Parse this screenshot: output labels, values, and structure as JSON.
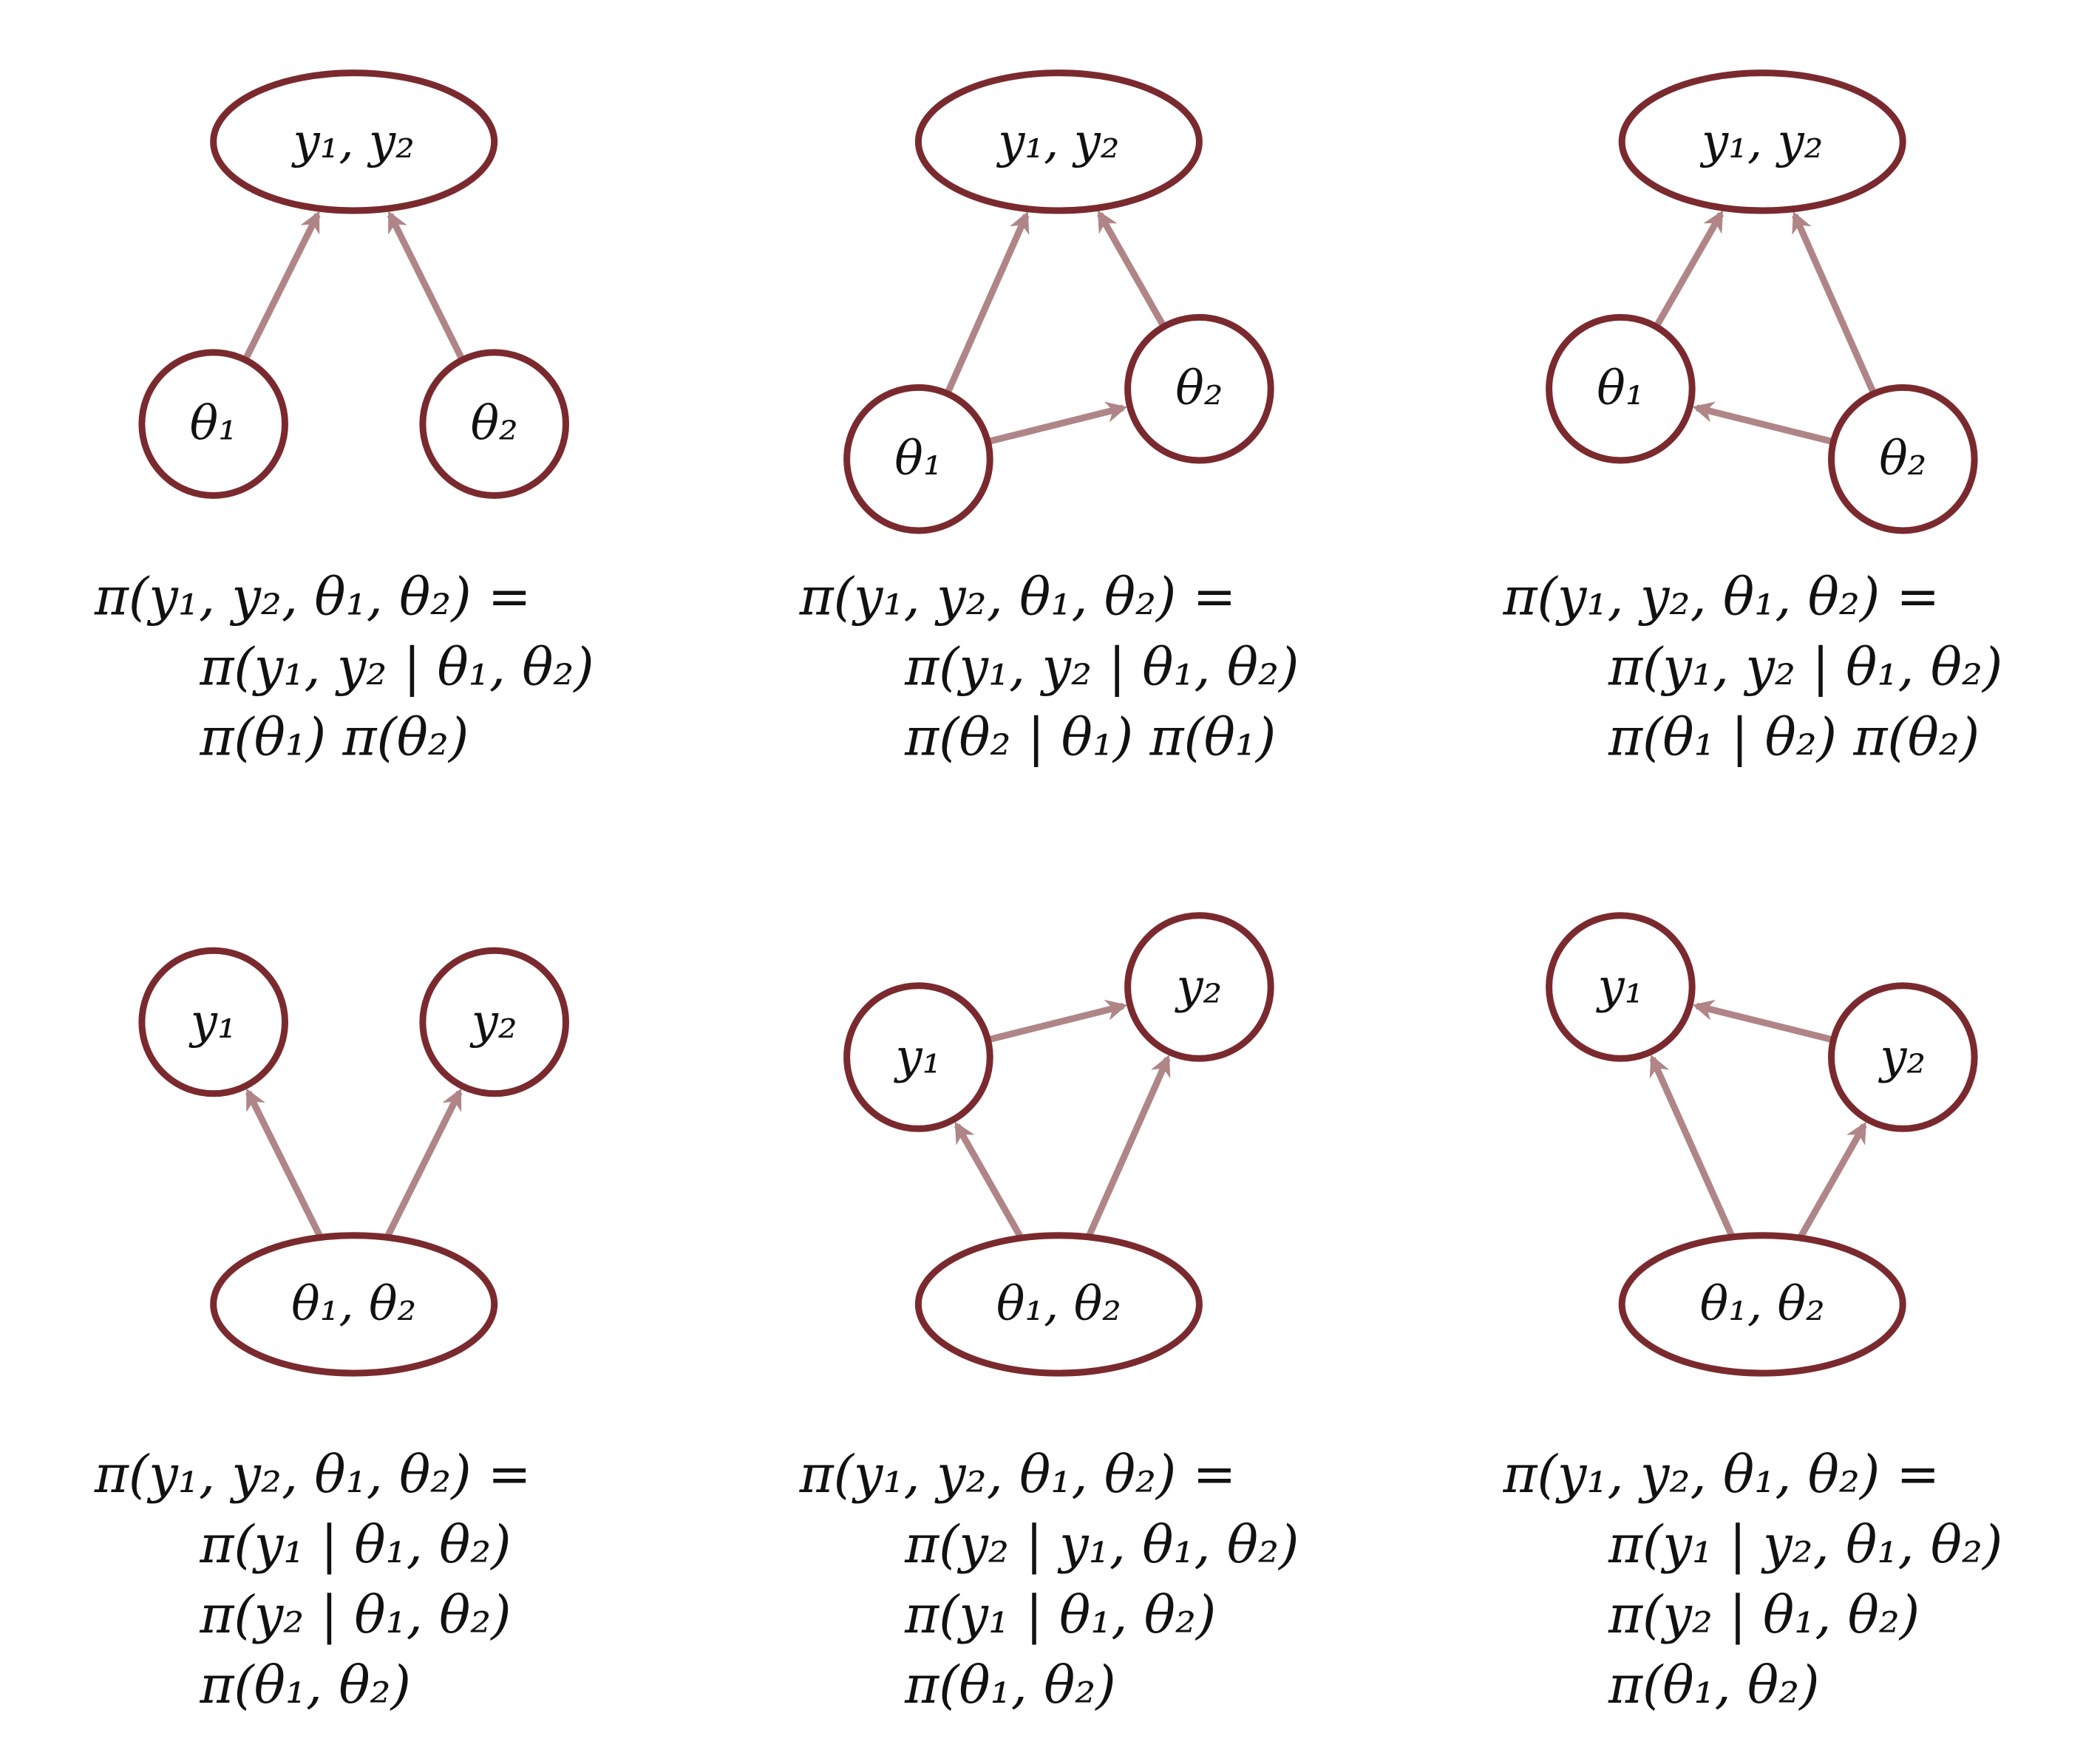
{
  "colors": {
    "node_stroke": "#7a2a2e",
    "edge": "#b08587",
    "text": "#111111",
    "background": "#ffffff"
  },
  "panels": [
    {
      "nodes": [
        {
          "id": "y",
          "label": "y₁, y₂"
        },
        {
          "id": "t1",
          "label": "θ₁"
        },
        {
          "id": "t2",
          "label": "θ₂"
        }
      ],
      "edges": [
        {
          "from": "t1",
          "to": "y"
        },
        {
          "from": "t2",
          "to": "y"
        }
      ],
      "equation": [
        "π(y₁, y₂, θ₁, θ₂) =",
        "π(y₁, y₂ | θ₁, θ₂)",
        "π(θ₁) π(θ₂)"
      ]
    },
    {
      "nodes": [
        {
          "id": "y",
          "label": "y₁, y₂"
        },
        {
          "id": "t1",
          "label": "θ₁"
        },
        {
          "id": "t2",
          "label": "θ₂"
        }
      ],
      "edges": [
        {
          "from": "t1",
          "to": "y"
        },
        {
          "from": "t2",
          "to": "y"
        },
        {
          "from": "t1",
          "to": "t2"
        }
      ],
      "equation": [
        "π(y₁, y₂, θ₁, θ₂) =",
        "π(y₁, y₂ | θ₁, θ₂)",
        "π(θ₂ | θ₁) π(θ₁)"
      ]
    },
    {
      "nodes": [
        {
          "id": "y",
          "label": "y₁, y₂"
        },
        {
          "id": "t1",
          "label": "θ₁"
        },
        {
          "id": "t2",
          "label": "θ₂"
        }
      ],
      "edges": [
        {
          "from": "t1",
          "to": "y"
        },
        {
          "from": "t2",
          "to": "y"
        },
        {
          "from": "t2",
          "to": "t1"
        }
      ],
      "equation": [
        "π(y₁, y₂, θ₁, θ₂) =",
        "π(y₁, y₂ | θ₁, θ₂)",
        "π(θ₁ | θ₂) π(θ₂)"
      ]
    },
    {
      "nodes": [
        {
          "id": "y1",
          "label": "y₁"
        },
        {
          "id": "y2",
          "label": "y₂"
        },
        {
          "id": "t",
          "label": "θ₁, θ₂"
        }
      ],
      "edges": [
        {
          "from": "t",
          "to": "y1"
        },
        {
          "from": "t",
          "to": "y2"
        }
      ],
      "equation": [
        "π(y₁, y₂, θ₁, θ₂) =",
        "π(y₁ | θ₁, θ₂)",
        "π(y₂ | θ₁, θ₂)",
        "π(θ₁, θ₂)"
      ]
    },
    {
      "nodes": [
        {
          "id": "y1",
          "label": "y₁"
        },
        {
          "id": "y2",
          "label": "y₂"
        },
        {
          "id": "t",
          "label": "θ₁, θ₂"
        }
      ],
      "edges": [
        {
          "from": "t",
          "to": "y1"
        },
        {
          "from": "t",
          "to": "y2"
        },
        {
          "from": "y1",
          "to": "y2"
        }
      ],
      "equation": [
        "π(y₁, y₂, θ₁, θ₂) =",
        "π(y₂ | y₁, θ₁, θ₂)",
        "π(y₁ | θ₁, θ₂)",
        "π(θ₁, θ₂)"
      ]
    },
    {
      "nodes": [
        {
          "id": "y1",
          "label": "y₁"
        },
        {
          "id": "y2",
          "label": "y₂"
        },
        {
          "id": "t",
          "label": "θ₁, θ₂"
        }
      ],
      "edges": [
        {
          "from": "t",
          "to": "y1"
        },
        {
          "from": "t",
          "to": "y2"
        },
        {
          "from": "y2",
          "to": "y1"
        }
      ],
      "equation": [
        "π(y₁, y₂, θ₁, θ₂) =",
        "π(y₁ | y₂, θ₁, θ₂)",
        "π(y₂ | θ₁, θ₂)",
        "π(θ₁, θ₂)"
      ]
    }
  ]
}
